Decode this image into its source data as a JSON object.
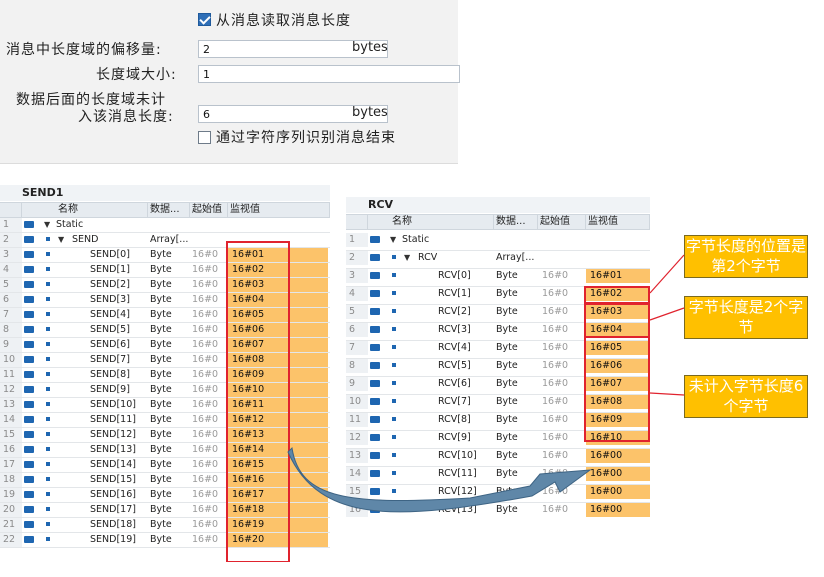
{
  "settings": {
    "read_len_label": "从消息读取消息长度",
    "offset_label": "消息中长度域的偏移量:",
    "offset_value": "2",
    "offset_unit": "bytes",
    "lensize_label": "长度域大小:",
    "lensize_value": "1",
    "trailing_label_line1": "数据后面的长度域未计",
    "trailing_label_line2": "入该消息长度:",
    "trailing_value": "6",
    "trailing_unit": "bytes",
    "end_seq_label": "通过字符序列识别消息结束"
  },
  "send_table": {
    "title": "SEND1",
    "headers": [
      "名称",
      "数据...",
      "起始值",
      "监视值"
    ],
    "static_label": "Static",
    "parent_name": "SEND",
    "parent_type": "Array[...",
    "rows": [
      {
        "n": "3",
        "name": "SEND[0]",
        "type": "Byte",
        "init": "16#0",
        "mon": "16#01"
      },
      {
        "n": "4",
        "name": "SEND[1]",
        "type": "Byte",
        "init": "16#0",
        "mon": "16#02"
      },
      {
        "n": "5",
        "name": "SEND[2]",
        "type": "Byte",
        "init": "16#0",
        "mon": "16#03"
      },
      {
        "n": "6",
        "name": "SEND[3]",
        "type": "Byte",
        "init": "16#0",
        "mon": "16#04"
      },
      {
        "n": "7",
        "name": "SEND[4]",
        "type": "Byte",
        "init": "16#0",
        "mon": "16#05"
      },
      {
        "n": "8",
        "name": "SEND[5]",
        "type": "Byte",
        "init": "16#0",
        "mon": "16#06"
      },
      {
        "n": "9",
        "name": "SEND[6]",
        "type": "Byte",
        "init": "16#0",
        "mon": "16#07"
      },
      {
        "n": "10",
        "name": "SEND[7]",
        "type": "Byte",
        "init": "16#0",
        "mon": "16#08"
      },
      {
        "n": "11",
        "name": "SEND[8]",
        "type": "Byte",
        "init": "16#0",
        "mon": "16#09"
      },
      {
        "n": "12",
        "name": "SEND[9]",
        "type": "Byte",
        "init": "16#0",
        "mon": "16#10"
      },
      {
        "n": "13",
        "name": "SEND[10]",
        "type": "Byte",
        "init": "16#0",
        "mon": "16#11"
      },
      {
        "n": "14",
        "name": "SEND[11]",
        "type": "Byte",
        "init": "16#0",
        "mon": "16#12"
      },
      {
        "n": "15",
        "name": "SEND[12]",
        "type": "Byte",
        "init": "16#0",
        "mon": "16#13"
      },
      {
        "n": "16",
        "name": "SEND[13]",
        "type": "Byte",
        "init": "16#0",
        "mon": "16#14"
      },
      {
        "n": "17",
        "name": "SEND[14]",
        "type": "Byte",
        "init": "16#0",
        "mon": "16#15"
      },
      {
        "n": "18",
        "name": "SEND[15]",
        "type": "Byte",
        "init": "16#0",
        "mon": "16#16"
      },
      {
        "n": "19",
        "name": "SEND[16]",
        "type": "Byte",
        "init": "16#0",
        "mon": "16#17"
      },
      {
        "n": "20",
        "name": "SEND[17]",
        "type": "Byte",
        "init": "16#0",
        "mon": "16#18"
      },
      {
        "n": "21",
        "name": "SEND[18]",
        "type": "Byte",
        "init": "16#0",
        "mon": "16#19"
      },
      {
        "n": "22",
        "name": "SEND[19]",
        "type": "Byte",
        "init": "16#0",
        "mon": "16#20"
      }
    ]
  },
  "rcv_table": {
    "title": "RCV",
    "headers": [
      "名称",
      "数据...",
      "起始值",
      "监视值"
    ],
    "static_label": "Static",
    "parent_name": "RCV",
    "parent_type": "Array[...",
    "rows": [
      {
        "n": "3",
        "name": "RCV[0]",
        "type": "Byte",
        "init": "16#0",
        "mon": "16#01"
      },
      {
        "n": "4",
        "name": "RCV[1]",
        "type": "Byte",
        "init": "16#0",
        "mon": "16#02"
      },
      {
        "n": "5",
        "name": "RCV[2]",
        "type": "Byte",
        "init": "16#0",
        "mon": "16#03"
      },
      {
        "n": "6",
        "name": "RCV[3]",
        "type": "Byte",
        "init": "16#0",
        "mon": "16#04"
      },
      {
        "n": "7",
        "name": "RCV[4]",
        "type": "Byte",
        "init": "16#0",
        "mon": "16#05"
      },
      {
        "n": "8",
        "name": "RCV[5]",
        "type": "Byte",
        "init": "16#0",
        "mon": "16#06"
      },
      {
        "n": "9",
        "name": "RCV[6]",
        "type": "Byte",
        "init": "16#0",
        "mon": "16#07"
      },
      {
        "n": "10",
        "name": "RCV[7]",
        "type": "Byte",
        "init": "16#0",
        "mon": "16#08"
      },
      {
        "n": "11",
        "name": "RCV[8]",
        "type": "Byte",
        "init": "16#0",
        "mon": "16#09"
      },
      {
        "n": "12",
        "name": "RCV[9]",
        "type": "Byte",
        "init": "16#0",
        "mon": "16#10"
      },
      {
        "n": "13",
        "name": "RCV[10]",
        "type": "Byte",
        "init": "16#0",
        "mon": "16#00"
      },
      {
        "n": "14",
        "name": "RCV[11]",
        "type": "Byte",
        "init": "16#0",
        "mon": "16#00"
      },
      {
        "n": "15",
        "name": "RCV[12]",
        "type": "Byte",
        "init": "16#0",
        "mon": "16#00"
      },
      {
        "n": "16",
        "name": "RCV[13]",
        "type": "Byte",
        "init": "16#0",
        "mon": "16#00"
      }
    ]
  },
  "annotations": {
    "note1": "字节长度的位置是第2个字节",
    "note2": "字节长度是2个字节",
    "note3": "未计入字节长度6个字节"
  },
  "colors": {
    "monitor_fill": "#fcc36a",
    "highlight_border": "#e0232e",
    "note_fill": "#ffc000",
    "arrow_fill": "#5f87a8"
  }
}
